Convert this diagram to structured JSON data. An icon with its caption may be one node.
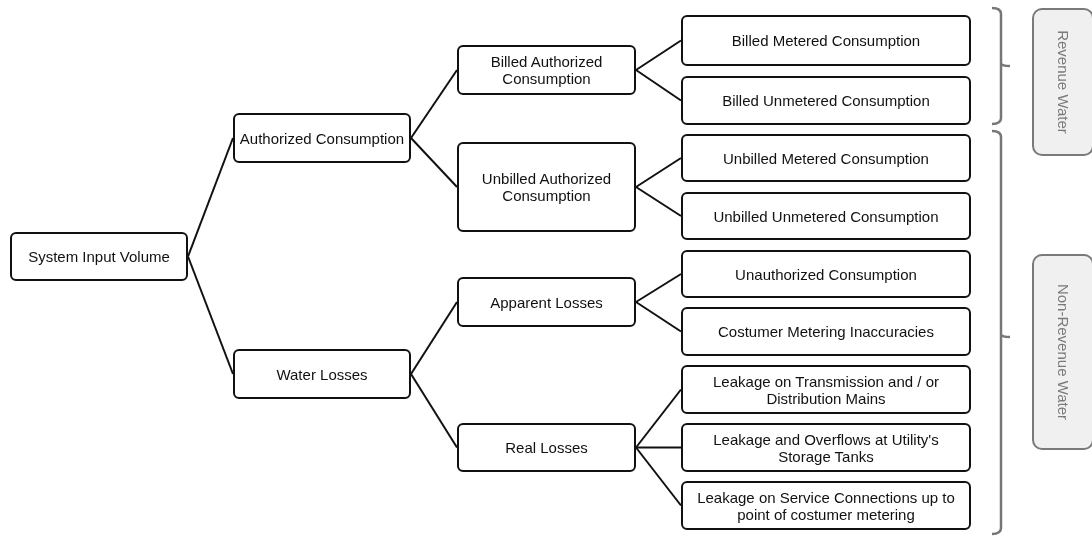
{
  "diagram": {
    "nodes": [
      {
        "text": [
          "System Input Volume"
        ]
      },
      {
        "text": [
          "Authorized Consumption"
        ]
      },
      {
        "text": [
          "Water Losses"
        ]
      },
      {
        "text": [
          "Billed Authorized Consumption"
        ]
      },
      {
        "text": [
          "Unbilled Authorized Consumption"
        ]
      },
      {
        "text": [
          "Apparent Losses"
        ]
      },
      {
        "text": [
          "Real Losses"
        ]
      },
      {
        "text": [
          "Billed Metered Consumption"
        ]
      },
      {
        "text": [
          "Billed Unmetered Consumption"
        ]
      },
      {
        "text": [
          "Unbilled Metered Consumption"
        ]
      },
      {
        "text": [
          "Unbilled Unmetered Consumption"
        ]
      },
      {
        "text": [
          "Unauthorized Consumption"
        ]
      },
      {
        "text": [
          "Costumer Metering Inaccuracies"
        ]
      },
      {
        "text": [
          "Leakage on Transmission and / or Distribution Mains"
        ]
      },
      {
        "text": [
          "Leakage and Overflows at Utility's Storage Tanks"
        ]
      },
      {
        "text": [
          "Leakage on Service Connections up to point of costumer metering"
        ]
      },
      {
        "text": [
          "Revenue Water"
        ]
      },
      {
        "text": [
          "Non-Revenue Water"
        ]
      }
    ],
    "edges": [
      {
        "from": 0,
        "to": 1,
        "arrow": "none"
      },
      {
        "from": 0,
        "to": 2,
        "arrow": "none"
      },
      {
        "from": 1,
        "to": 3,
        "arrow": "none"
      },
      {
        "from": 1,
        "to": 4,
        "arrow": "none"
      },
      {
        "from": 2,
        "to": 5,
        "arrow": "none"
      },
      {
        "from": 2,
        "to": 6,
        "arrow": "none"
      },
      {
        "from": 3,
        "to": 7,
        "arrow": "none"
      },
      {
        "from": 3,
        "to": 8,
        "arrow": "none"
      },
      {
        "from": 4,
        "to": 9,
        "arrow": "none"
      },
      {
        "from": 4,
        "to": 10,
        "arrow": "none"
      },
      {
        "from": 5,
        "to": 11,
        "arrow": "none"
      },
      {
        "from": 5,
        "to": 12,
        "arrow": "none"
      },
      {
        "from": 6,
        "to": 13,
        "arrow": "none"
      },
      {
        "from": 6,
        "to": 14,
        "arrow": "none"
      },
      {
        "from": 6,
        "to": 15,
        "arrow": "none"
      }
    ]
  }
}
